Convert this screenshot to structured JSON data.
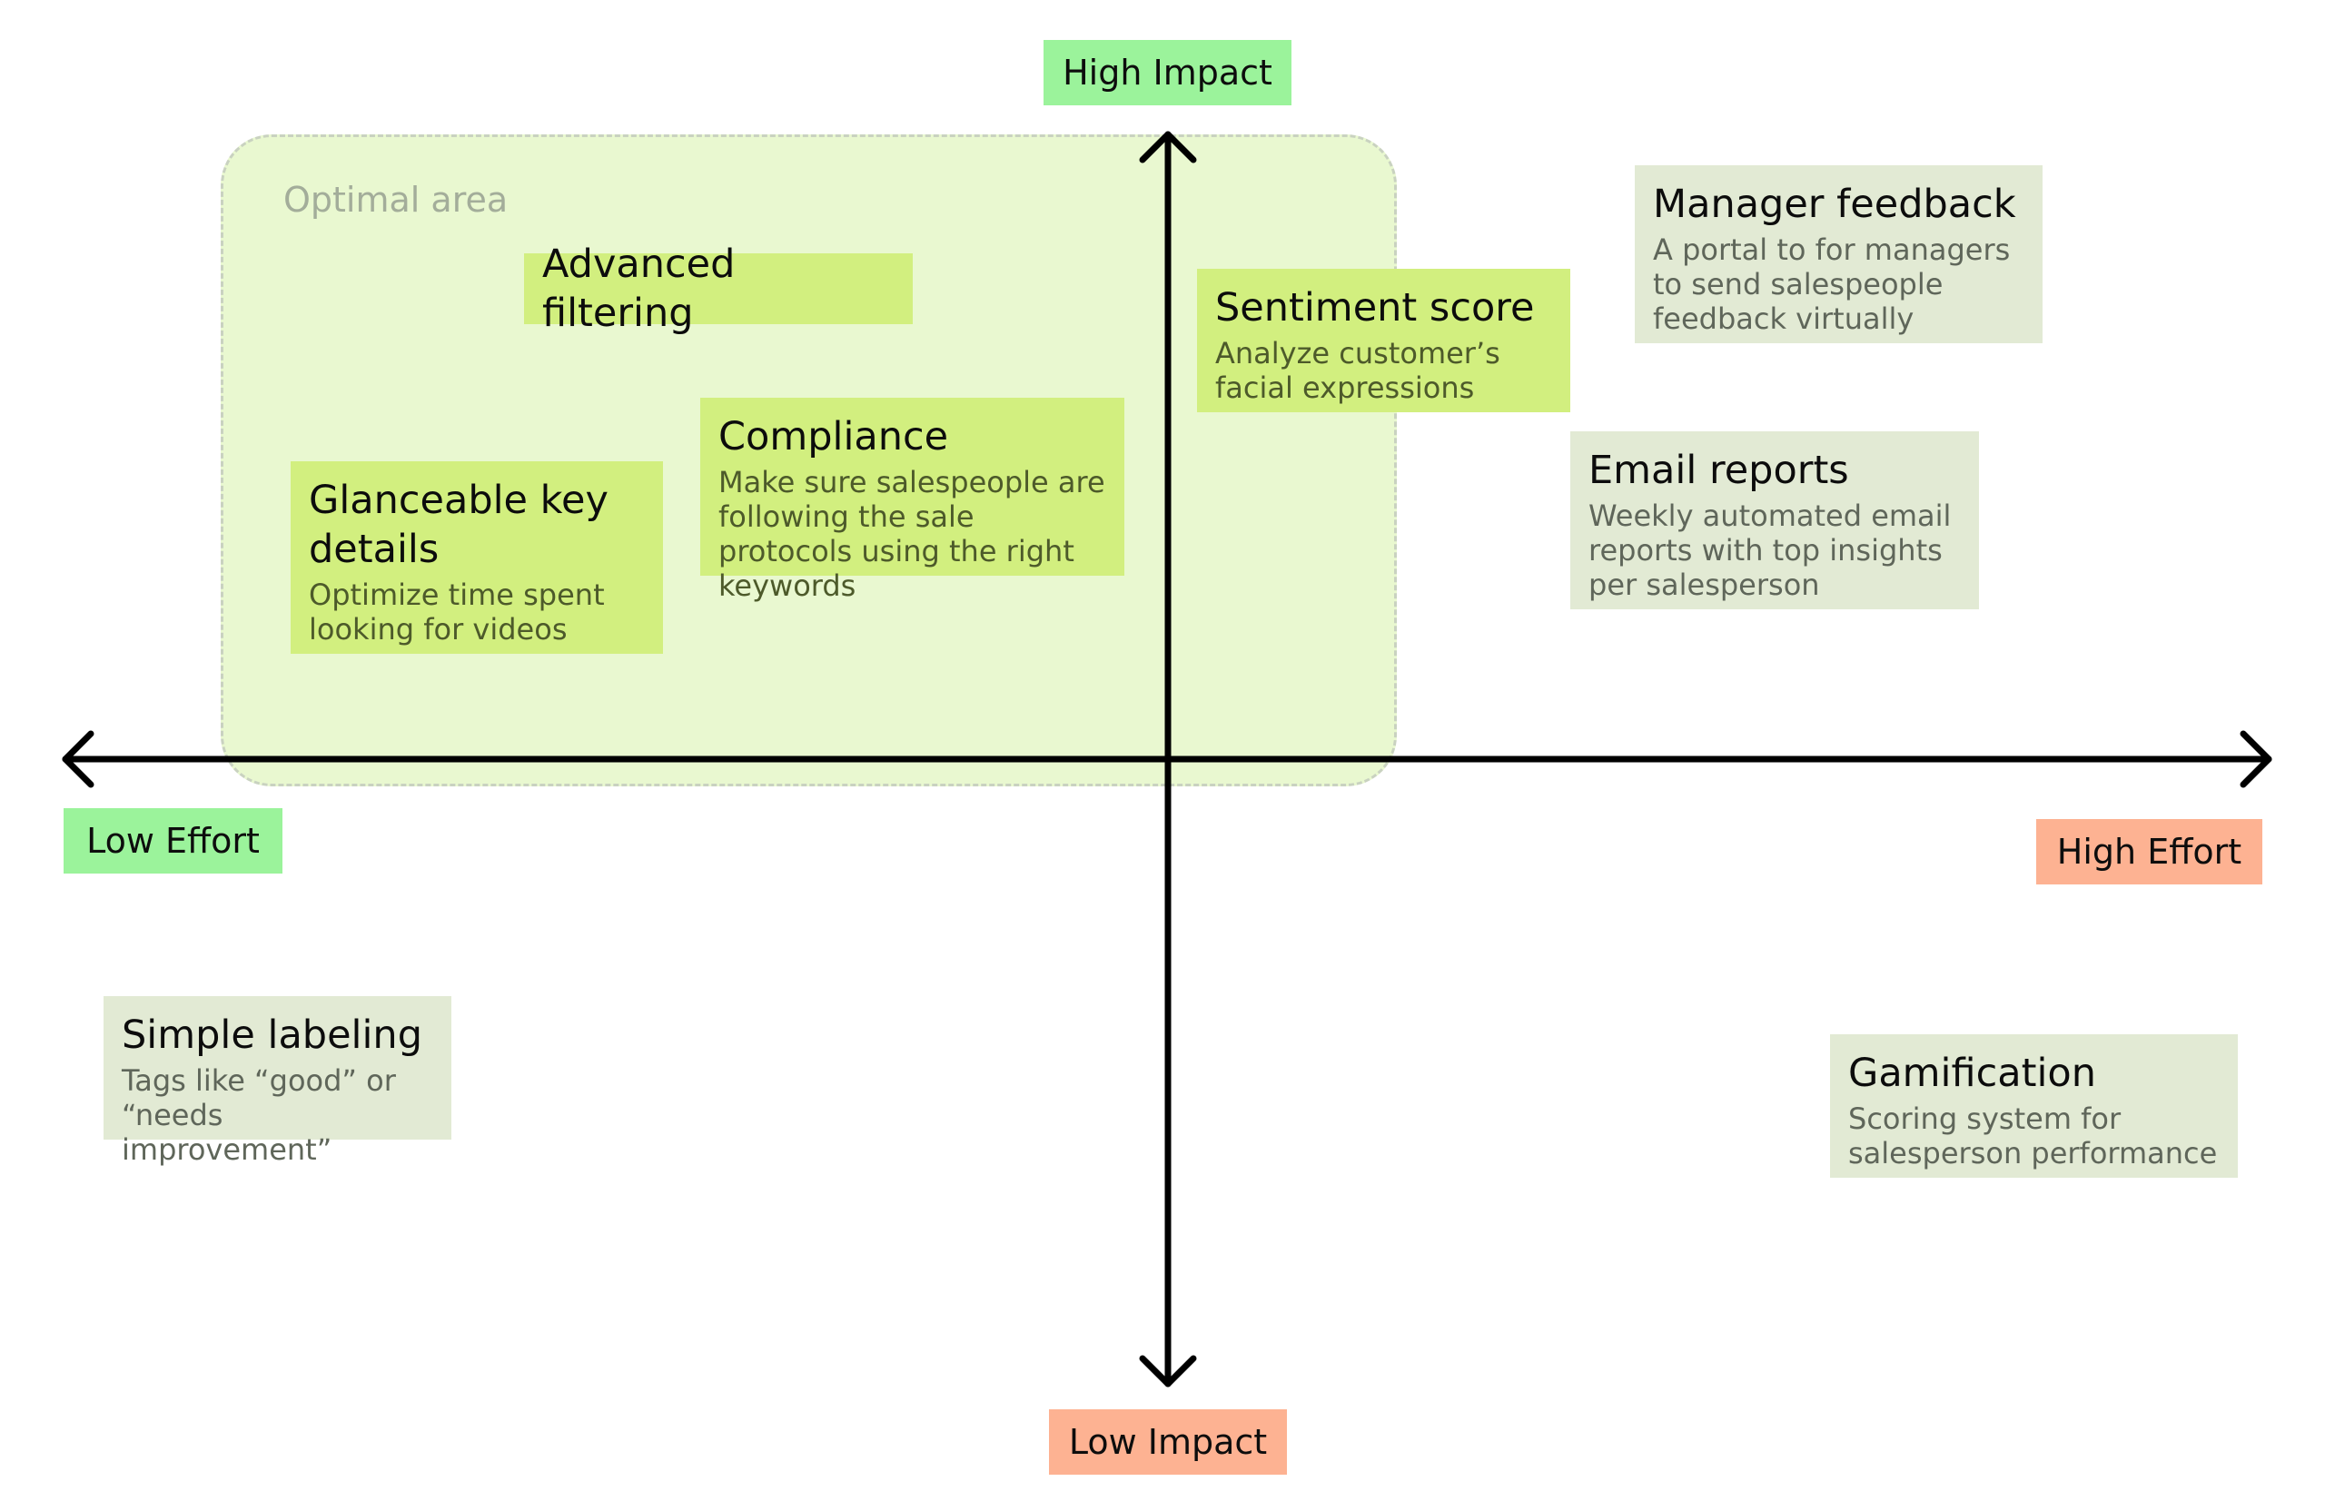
{
  "optimal_area": {
    "label": "Optimal area"
  },
  "axes": {
    "top_label": "High Impact",
    "bottom_label": "Low Impact",
    "left_label": "Low Effort",
    "right_label": "High Effort"
  },
  "colors": {
    "optimal_area_fill": "#e9f8d0",
    "bright_note": "#d2ef7f",
    "muted_note": "#e2ead4",
    "green_label": "#9bf39b",
    "orange_label": "#fdb292",
    "axis_line": "#000000"
  },
  "notes": [
    {
      "title": "Advanced filtering",
      "description": ""
    },
    {
      "title": "Sentiment score",
      "description": "Analyze customer’s facial expressions"
    },
    {
      "title": "Compliance",
      "description": "Make sure salespeople are following the sale protocols using the right keywords"
    },
    {
      "title": "Glanceable key details",
      "description": "Optimize time spent looking for videos"
    },
    {
      "title": "Manager feedback",
      "description": "A portal to for managers to send salespeople feedback virtually"
    },
    {
      "title": "Email reports",
      "description": "Weekly automated email reports with top insights per salesperson"
    },
    {
      "title": "Simple labeling",
      "description": "Tags like “good” or “needs improvement”"
    },
    {
      "title": "Gamification",
      "description": "Scoring system for salesperson performance"
    }
  ]
}
